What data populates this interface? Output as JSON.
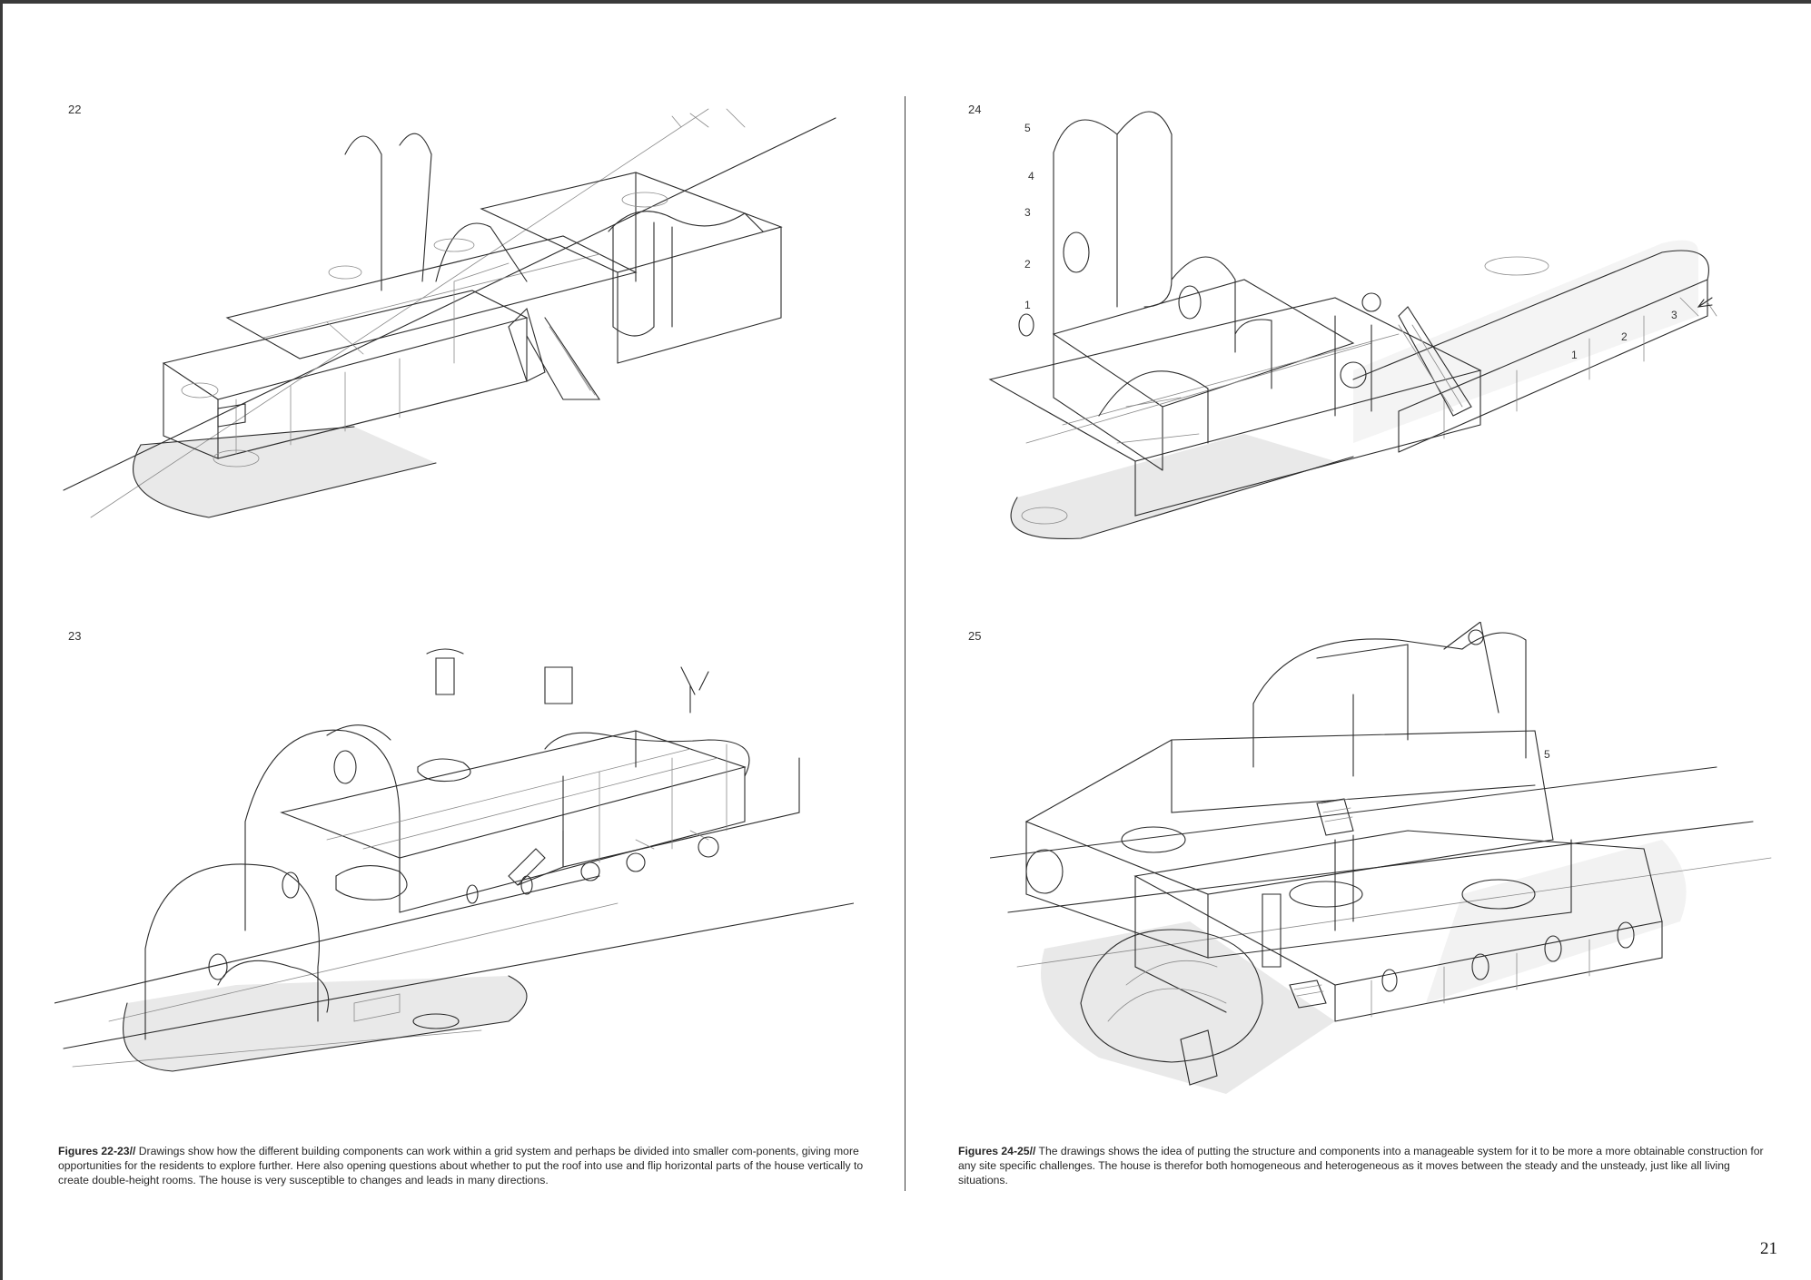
{
  "figures": {
    "fig22": {
      "number": "22"
    },
    "fig23": {
      "number": "23"
    },
    "fig24": {
      "number": "24",
      "vertical_marks": [
        "5",
        "4",
        "3",
        "2",
        "1"
      ],
      "floor_marks": [
        "1",
        "2",
        "3"
      ]
    },
    "fig25": {
      "number": "25",
      "mark": "5"
    }
  },
  "captions": {
    "left": {
      "label": "Figures 22-23//",
      "text": " Drawings show how the different building components can work within a grid system and perhaps be divided into smaller com-ponents, giving more opportunities for the residents to explore further. Here also opening questions about whether to put the roof into use and flip horizontal parts of the house vertically to create double-height rooms. The house is very susceptible to changes and leads in many directions."
    },
    "right": {
      "label": "Figures 24-25//",
      "text": " The drawings shows the idea of putting the structure and components into a manageable system for it to be more a more obtainable construction for any site specific challenges. The house is therefor both homogeneous and heterogeneous as it moves between the steady and the unsteady, just like all living situations."
    }
  },
  "page": {
    "number": "21"
  }
}
